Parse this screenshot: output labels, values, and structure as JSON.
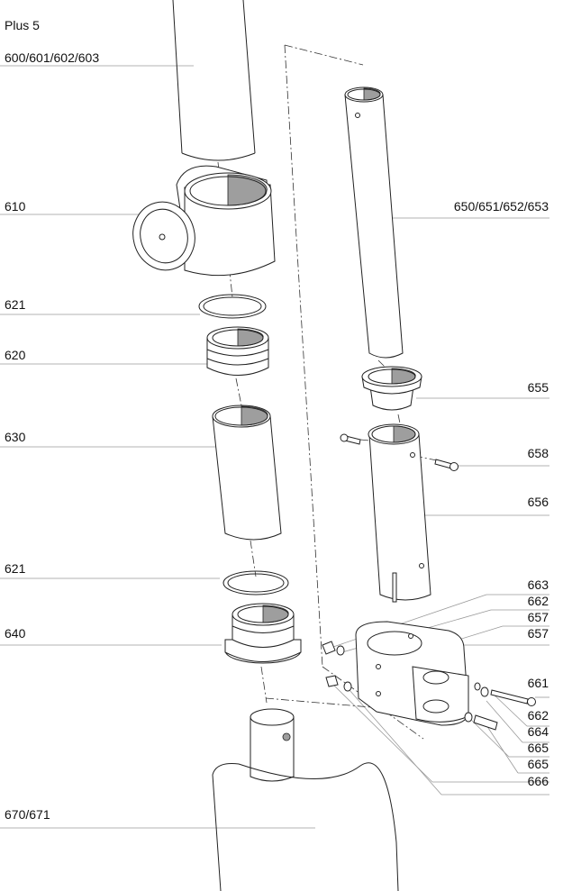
{
  "title": "Plus 5",
  "labels_left": [
    "600/601/602/603",
    "610",
    "621",
    "620",
    "630",
    "621",
    "640",
    "670/671"
  ],
  "labels_right": [
    "650/651/652/653",
    "655",
    "658",
    "656",
    "663",
    "662",
    "657",
    "657",
    "661",
    "662",
    "664",
    "665",
    "665",
    "666"
  ]
}
